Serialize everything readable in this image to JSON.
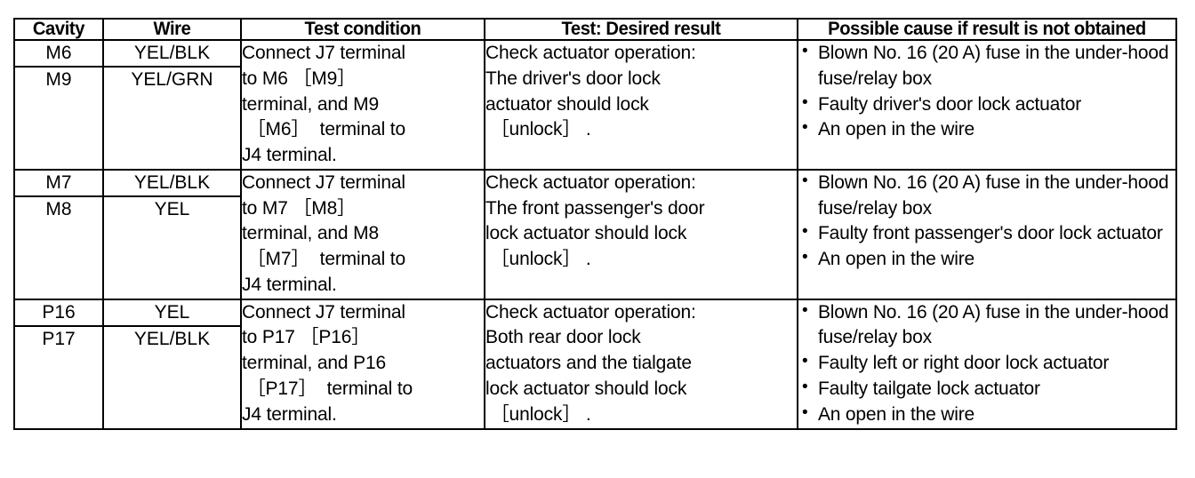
{
  "document": {
    "kind": "service-manual-troubleshooting-table",
    "bullet_glyph": "•"
  },
  "table": {
    "columns": [
      {
        "key": "cavity",
        "label": "Cavity"
      },
      {
        "key": "wire",
        "label": "Wire"
      },
      {
        "key": "condition",
        "label": "Test condition"
      },
      {
        "key": "result",
        "label": "Test: Desired result"
      },
      {
        "key": "cause",
        "label": "Possible cause if result is not obtained"
      }
    ],
    "rows": [
      {
        "cavities": [
          "M6",
          "M9"
        ],
        "wires": [
          "YEL/BLK",
          "YEL/GRN"
        ],
        "condition": "Connect J7 terminal\nto M6 ［M9］\nterminal, and M9\n ［M6］  terminal to\nJ4 terminal.",
        "result": "Check actuator operation:\nThe driver's door lock\nactuator should lock\n ［unlock］ .",
        "causes": [
          "Blown No. 16 (20 A) fuse in the under-hood fuse/relay box",
          "Faulty driver's door lock actuator",
          "An open in the wire"
        ]
      },
      {
        "cavities": [
          "M7",
          "M8"
        ],
        "wires": [
          "YEL/BLK",
          "YEL"
        ],
        "condition": "Connect J7 terminal\nto M7 ［M8］\nterminal, and M8\n ［M7］  terminal to\nJ4 terminal.",
        "result": "Check actuator operation:\nThe front passenger's door\nlock actuator should lock\n ［unlock］ .",
        "causes": [
          "Blown No. 16 (20 A) fuse in the under-hood fuse/relay box",
          "Faulty front passenger's door lock actuator",
          "An open in the wire"
        ]
      },
      {
        "cavities": [
          "P16",
          "P17"
        ],
        "wires": [
          "YEL",
          "YEL/BLK"
        ],
        "condition": "Connect J7 terminal\nto P17 ［P16］\nterminal, and P16\n ［P17］  terminal to\nJ4 terminal.",
        "result": "Check actuator operation:\nBoth rear door lock\nactuators and the tialgate\nlock actuator should lock\n ［unlock］ .",
        "causes": [
          "Blown No. 16 (20 A) fuse in the under-hood fuse/relay box",
          "Faulty left or right door lock actuator",
          "Faulty tailgate lock actuator",
          "An open in the wire"
        ]
      }
    ]
  }
}
